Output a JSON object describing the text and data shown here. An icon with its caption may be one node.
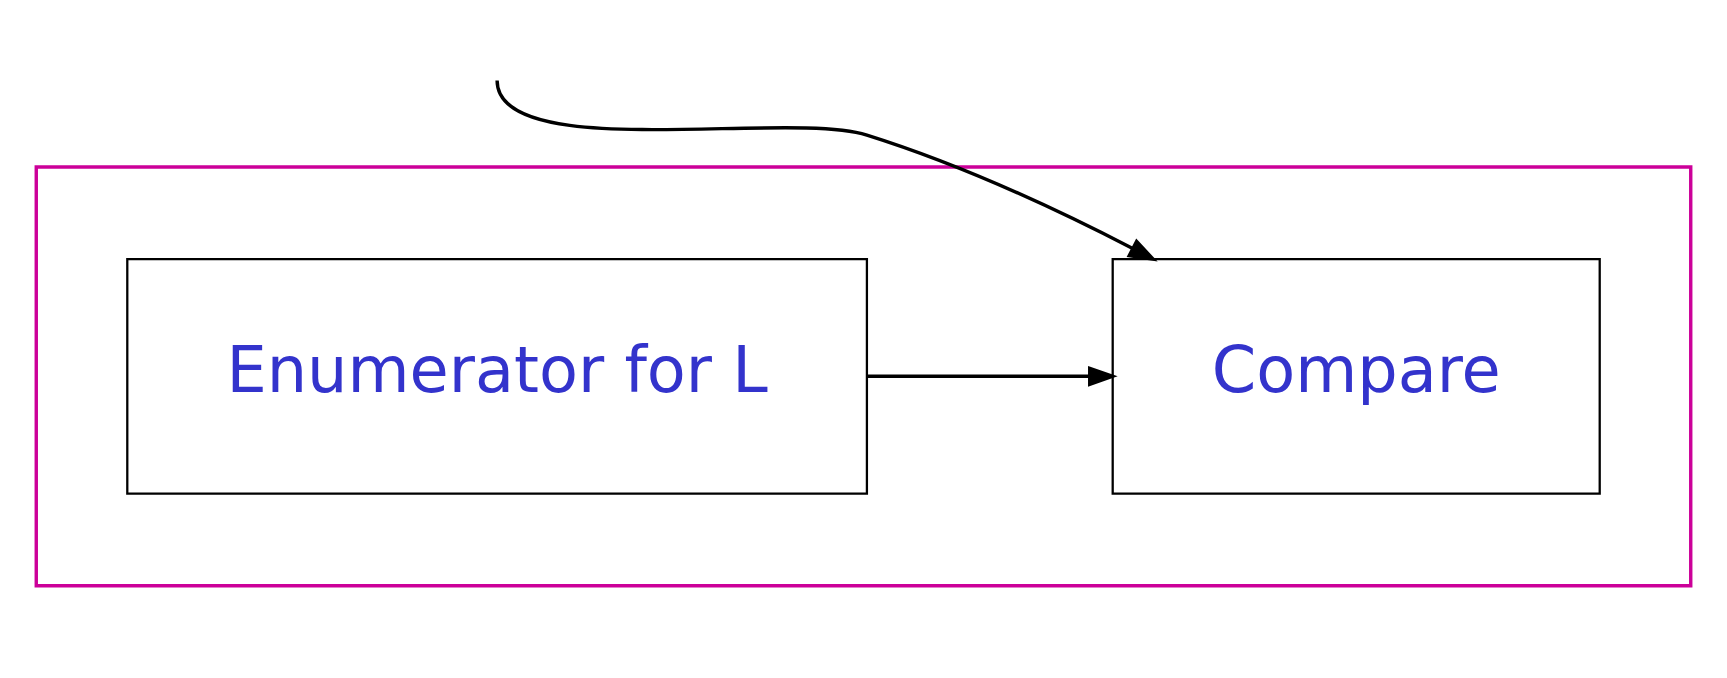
{
  "diagram": {
    "nodes": [
      {
        "text": [],
        "shape": "box"
      },
      {
        "text": [
          "Enumerator for L"
        ],
        "in": 0
      },
      {
        "text": [
          "Compare"
        ],
        "in": 0
      }
    ],
    "edges": [
      {
        "from": null,
        "to": 2,
        "arrow": "to"
      },
      {
        "from": 1,
        "to": 2,
        "arrow": "to"
      }
    ]
  }
}
